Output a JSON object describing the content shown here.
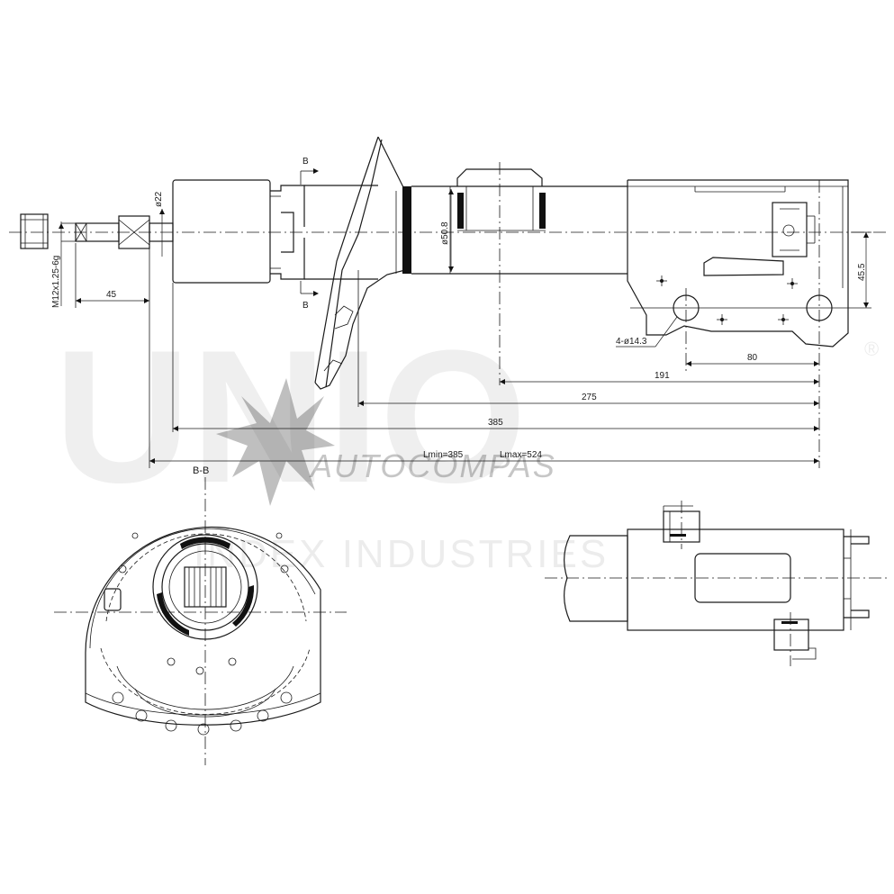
{
  "watermark": {
    "brand": "UNIO",
    "sub": "AUTOCOMPAS",
    "line3": "INDEX INDUSTRIES",
    "registered": "®"
  },
  "labels": {
    "thread": "M12x1.25-6g",
    "dia_rod": "ø22",
    "dia_body": "ø50.8",
    "holes": "4-ø14.3",
    "dim_45": "45",
    "dim_45_5": "45.5",
    "dim_80": "80",
    "dim_191": "191",
    "dim_275": "275",
    "dim_385": "385",
    "lmin": "Lmin=385",
    "lmax": "Lmax=524",
    "section_mark": "B",
    "section_title": "B-B"
  },
  "colors": {
    "line": "#1a1a1a",
    "background": "#ffffff"
  }
}
